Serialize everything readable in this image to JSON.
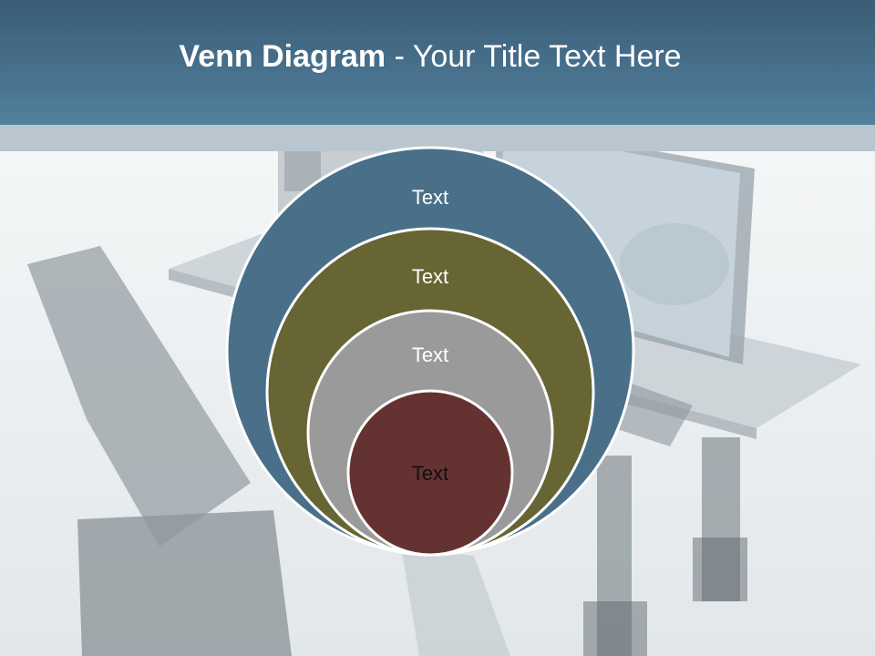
{
  "slide": {
    "title_bold": "Venn Diagram",
    "title_rest": " - Your Title Text Here"
  },
  "diagram": {
    "type": "nested-circles",
    "circles": [
      {
        "label": "Text",
        "fill": "#4a7089",
        "text_color": "#ffffff"
      },
      {
        "label": "Text",
        "fill": "#666533",
        "text_color": "#ffffff"
      },
      {
        "label": "Text",
        "fill": "#9a9a9a",
        "text_color": "#ffffff"
      },
      {
        "label": "Text",
        "fill": "#653232",
        "text_color": "#111111"
      }
    ]
  },
  "colors": {
    "header_dark": "#3b5d76",
    "header_light": "#51809d",
    "strip": "#b9c5cf",
    "circle_stroke": "#ffffff"
  }
}
